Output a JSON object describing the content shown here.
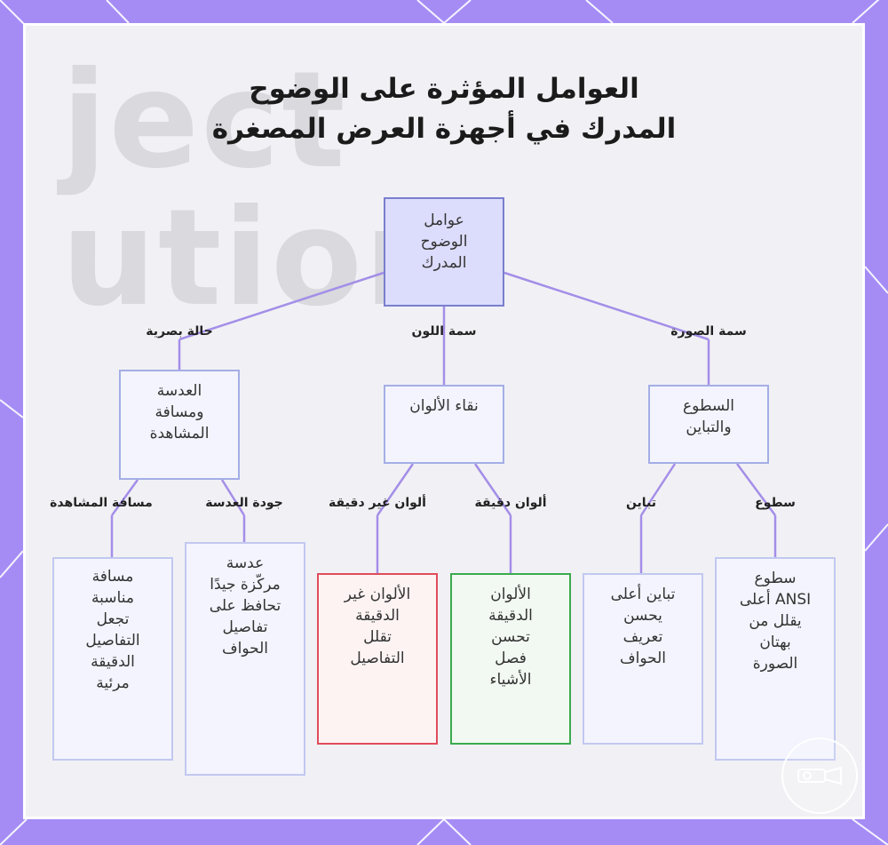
{
  "title": {
    "line1": "العوامل المؤثرة على الوضوح",
    "line2": "المدرك في أجهزة العرض المصغرة"
  },
  "root": {
    "lines": [
      "عوامل",
      "الوضوح",
      "المدرك"
    ]
  },
  "branches": {
    "left": {
      "edge_label": "حالة بصرية",
      "lines": [
        "العدسة",
        "ومسافة",
        "المشاهدة"
      ]
    },
    "mid": {
      "edge_label": "سمة اللون",
      "lines": [
        "نقاء الألوان"
      ]
    },
    "right": {
      "edge_label": "سمة الصورة",
      "lines": [
        "السطوع",
        "والتباين"
      ]
    }
  },
  "leaves": [
    {
      "edge_label": "مسافة المشاهدة",
      "lines": [
        "مسافة",
        "مناسبة",
        "تجعل",
        "التفاصيل",
        "الدقيقة",
        "مرئية"
      ]
    },
    {
      "edge_label": "جودة العدسة",
      "lines": [
        "عدسة",
        "مركّزة جيدًا",
        "تحافظ على",
        "تفاصيل",
        "الحواف"
      ]
    },
    {
      "edge_label": "ألوان غير دقيقة",
      "lines": [
        "الألوان غير",
        "الدقيقة",
        "تقلل",
        "التفاصيل"
      ]
    },
    {
      "edge_label": "ألوان دقيقة",
      "lines": [
        "الألوان",
        "الدقيقة",
        "تحسن",
        "فصل",
        "الأشياء"
      ]
    },
    {
      "edge_label": "تباين",
      "lines": [
        "تباين أعلى",
        "يحسن",
        "تعريف",
        "الحواف"
      ]
    },
    {
      "edge_label": "سطوع",
      "lines": [
        "سطوع",
        "ANSI أعلى",
        "يقلل من",
        "بهتان",
        "الصورة"
      ]
    }
  ],
  "colors": {
    "accent": "#a58cf5",
    "line": "#a48ee8",
    "root_fill": "#dcdcfc",
    "root_border": "#7a7fce",
    "node_fill": "#f3f4fd",
    "node_border": "#a4aee5",
    "red_fill": "#fdf3f3",
    "red_border": "#e04c5a",
    "green_fill": "#f2f9f2",
    "green_border": "#3caa4e"
  }
}
